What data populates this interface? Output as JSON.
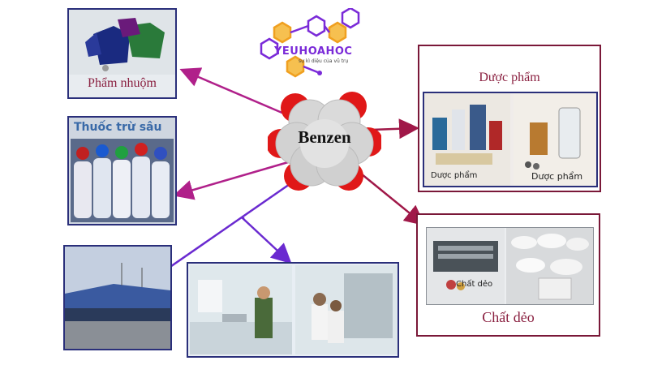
{
  "logo": {
    "name": "YEUHOAHOC",
    "tagline": "sự kì diệu của vũ trụ"
  },
  "center": {
    "label": "Benzen"
  },
  "nodes": {
    "dyes": {
      "label": "Phẩm nhuộm"
    },
    "pesticides": {
      "label": "Thuốc trừ sâu"
    },
    "pharma": {
      "title": "Dược phẩm",
      "left_caption": "Dược phẩm",
      "right_caption": "Dược phẩm"
    },
    "plastics": {
      "title": "Chất dẻo",
      "inner_caption": "Chất dẻo"
    }
  },
  "colors": {
    "arrow_magenta": "#b0208a",
    "arrow_crimson": "#a01848",
    "arrow_violet": "#6a2ad0",
    "border_navy": "#2a2f7a",
    "border_maroon": "#7a1838",
    "logo_orange": "#f0a020",
    "logo_purple": "#7a2ad8",
    "atom_red": "#e01818",
    "atom_gray": "#d8d8d8"
  }
}
